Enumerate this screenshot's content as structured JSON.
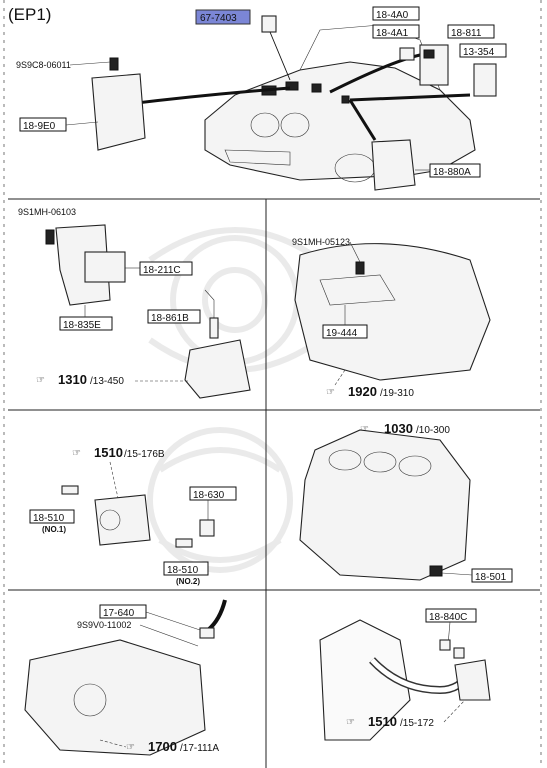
{
  "header": {
    "code": "(EP1)"
  },
  "section1": {
    "highlight": "67-7403",
    "labels": [
      "18-4A0",
      "18-4A1",
      "18-811",
      "13-354",
      "9S9C8-06011",
      "18-9E0",
      "18-880A"
    ]
  },
  "section2": {
    "labels": [
      "9S1MH-06103",
      "18-211C",
      "18-835E",
      "18-861B"
    ],
    "ref_num": "1310",
    "ref_sub": "/13-450"
  },
  "section3": {
    "labels": [
      "9S1MH-05123",
      "19-444"
    ],
    "ref_num": "1920",
    "ref_sub": "/19-310"
  },
  "section4": {
    "ref_num": "1510",
    "ref_sub": "/15-176B",
    "labels": [
      "18-630",
      "18-510",
      "(NO.1)",
      "18-510",
      "(NO.2)"
    ]
  },
  "section5": {
    "ref_num": "1030",
    "ref_sub": "/10-300",
    "labels": [
      "18-501"
    ]
  },
  "section6": {
    "labels": [
      "17-640",
      "9S9V0-11002"
    ],
    "ref_num": "1700",
    "ref_sub": "/17-111A"
  },
  "section7": {
    "labels": [
      "18-840C"
    ],
    "ref_num": "1510",
    "ref_sub": "/15-172"
  }
}
